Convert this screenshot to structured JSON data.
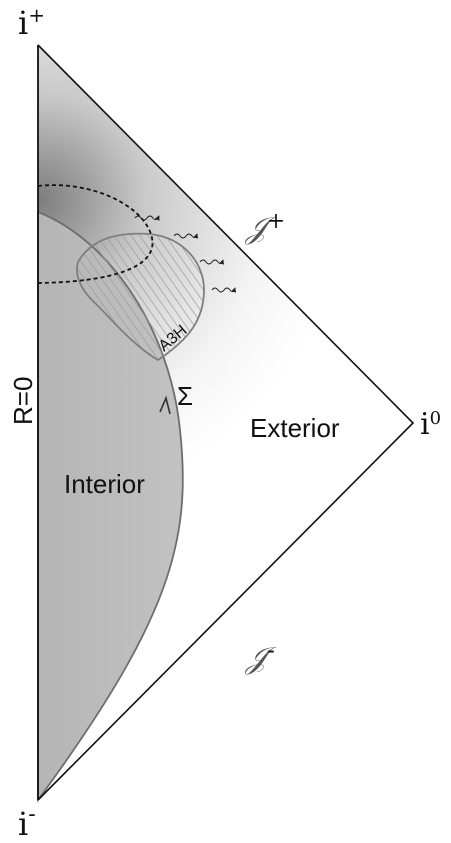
{
  "labels": {
    "i_plus_base": "i",
    "i_plus_sup": "+",
    "i_minus_base": "i",
    "i_minus_sup": "-",
    "i_zero_base": "i",
    "i_zero_sup": "0",
    "scri_plus_base": "𝒥",
    "scri_plus_sup": "+",
    "scri_minus_base": "𝒥",
    "scri_minus_sup": "-",
    "axis": "R=0",
    "exterior": "Exterior",
    "interior": "Interior",
    "sigma": "Σ",
    "a3h": "A3H"
  },
  "colors": {
    "outline": "#111111",
    "interior_fill": "#bdbdbd",
    "interior_edge": "#6e6e6e",
    "shading_dark": "#8a8a8a",
    "hatch": "#9a9a9a",
    "dashed": "#111111"
  },
  "icons": {
    "radiation": "wavy-arrow-icon",
    "sigma_direction": "arrowhead-icon"
  }
}
